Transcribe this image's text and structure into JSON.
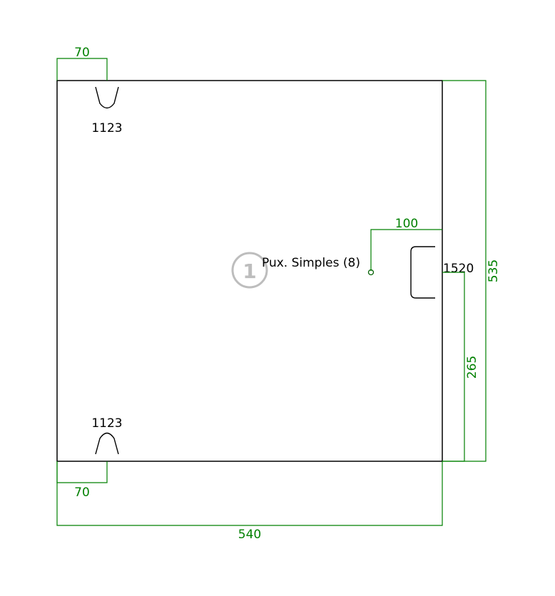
{
  "panel": {
    "badge_number": "1",
    "hardware_label": "Pux. Simples (8)"
  },
  "machining": {
    "top_notch_code": "1123",
    "bottom_notch_code": "1123",
    "side_cut_code": "1520"
  },
  "dimensions": {
    "top_offset": "70",
    "bottom_offset": "70",
    "width": "540",
    "height": "535",
    "hole_offset_x": "100",
    "hole_offset_y": "265"
  },
  "colors": {
    "dimension": "#008000",
    "outline": "#000000",
    "badge": "#bdbdbd"
  }
}
